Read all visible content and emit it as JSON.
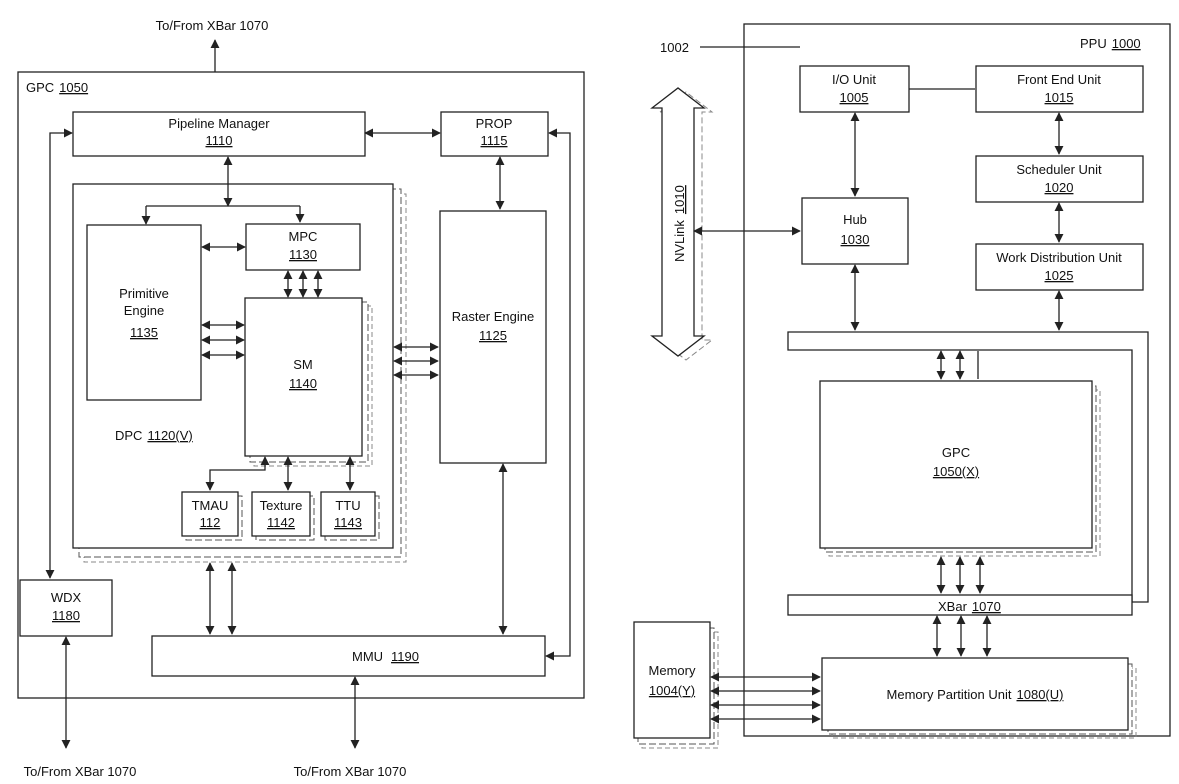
{
  "gpc_side": {
    "top_label": "To/From XBar 1070",
    "bottom_left_label": "To/From XBar 1070",
    "bottom_mid_label": "To/From XBar 1070",
    "gpc": {
      "name": "GPC",
      "num": "1050"
    },
    "pipeline_manager": {
      "name": "Pipeline Manager",
      "num": "1110"
    },
    "prop": {
      "name": "PROP",
      "num": "1115"
    },
    "mpc": {
      "name": "MPC",
      "num": "1130"
    },
    "primitive_engine": {
      "name_line1": "Primitive",
      "name_line2": "Engine",
      "num": "1135"
    },
    "sm": {
      "name": "SM",
      "num": "1140"
    },
    "raster_engine": {
      "name": "Raster Engine",
      "num": "1125"
    },
    "dpc": {
      "name": "DPC",
      "num": "1120(V)"
    },
    "tmau": {
      "name": "TMAU",
      "num": "112"
    },
    "texture": {
      "name": "Texture",
      "num": "1142"
    },
    "ttu": {
      "name": "TTU",
      "num": "1143"
    },
    "wdx": {
      "name": "WDX",
      "num": "1180"
    },
    "mmu": {
      "name": "MMU",
      "num": "1190"
    }
  },
  "ppu_side": {
    "ref_1002": "1002",
    "ppu": {
      "name": "PPU",
      "num": "1000"
    },
    "io_unit": {
      "name": "I/O Unit",
      "num": "1005"
    },
    "front_end": {
      "name": "Front End Unit",
      "num": "1015"
    },
    "scheduler": {
      "name": "Scheduler Unit",
      "num": "1020"
    },
    "work_dist": {
      "name": "Work Distribution Unit",
      "num": "1025"
    },
    "hub": {
      "name": "Hub",
      "num": "1030"
    },
    "nvlink": {
      "name": "NVLink",
      "num": "1010"
    },
    "gpc": {
      "name": "GPC",
      "num": "1050(X)"
    },
    "xbar": {
      "name": "XBar",
      "num": "1070"
    },
    "memory": {
      "name": "Memory",
      "num": "1004(Y)"
    },
    "mpu": {
      "name": "Memory Partition Unit",
      "num": "1080(U)"
    }
  }
}
